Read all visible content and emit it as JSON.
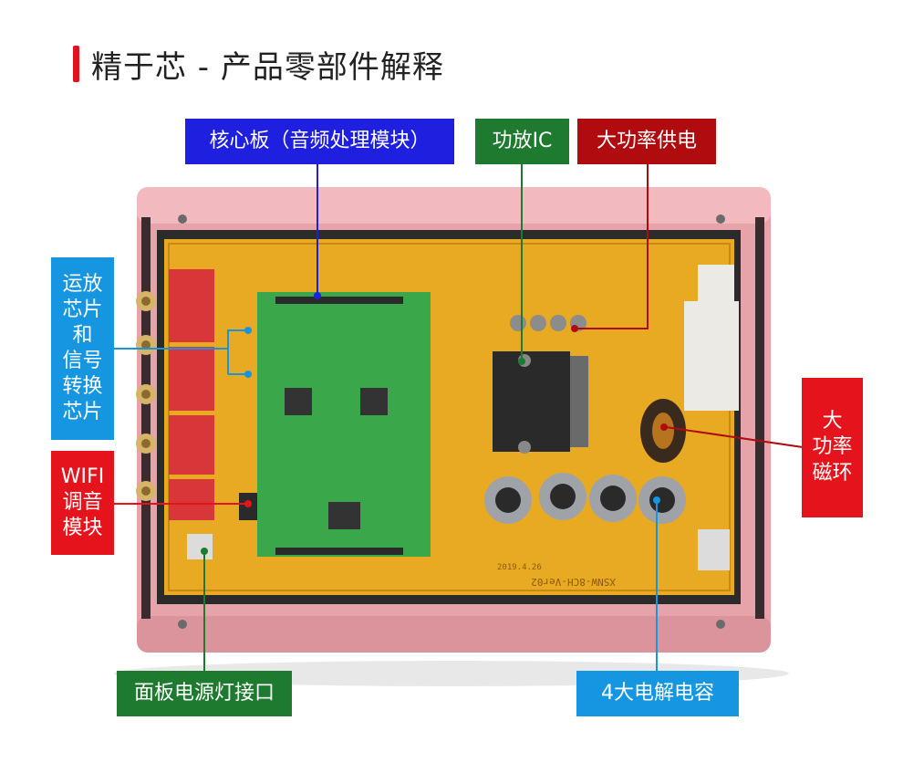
{
  "title": "精于芯 - 产品零部件解释",
  "labels": {
    "core_board": "核心板（音频处理模块）",
    "amp_ic": "功放IC",
    "high_power_supply": "大功率供电",
    "opamp_lines": [
      "运放",
      "芯片",
      "和",
      "信号",
      "转换",
      "芯片"
    ],
    "wifi_lines": [
      "WIFI",
      "调音",
      "模块"
    ],
    "magnetic_ring_lines": [
      "大",
      "功率",
      "磁环"
    ],
    "panel_power_light": "面板电源灯接口",
    "capacitors": "4大电解电容"
  },
  "board_marks": {
    "model_text": "XSNW-8CH-Ver02",
    "date_text": "2019.4.26"
  },
  "colors": {
    "title_accent": "#e0141c",
    "blue": "#1f1fe0",
    "green": "#1e7a2e",
    "dark_red": "#b00c10",
    "red": "#e5141c",
    "sky_blue": "#1696e0"
  }
}
